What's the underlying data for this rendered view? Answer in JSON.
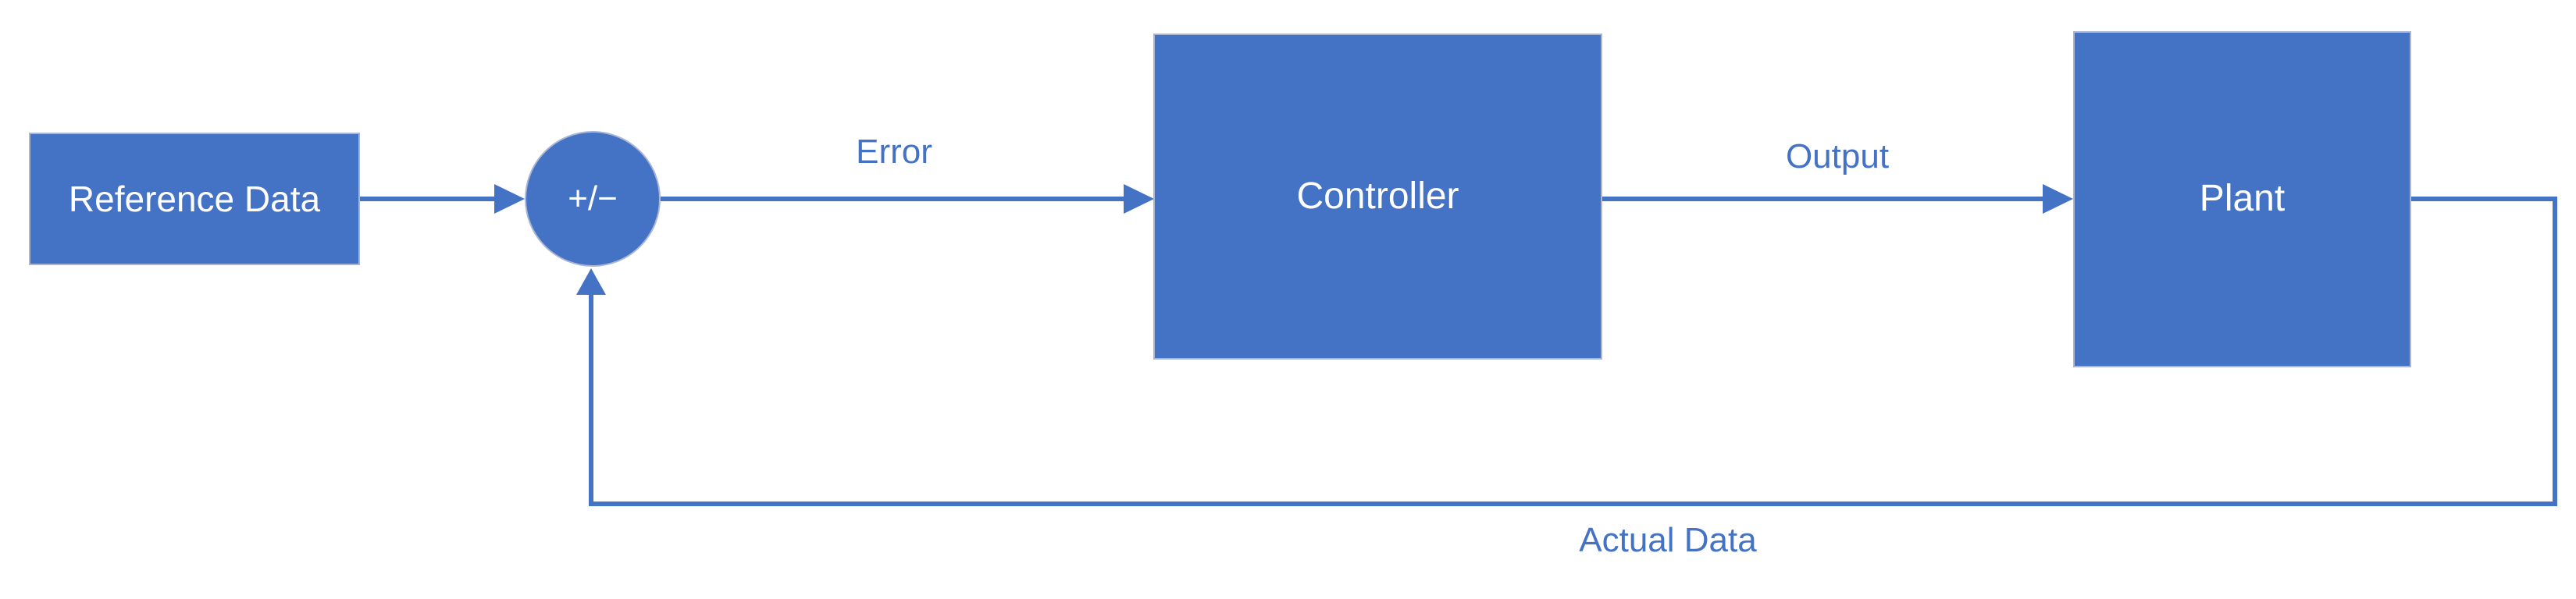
{
  "diagram": {
    "title": "feedback-control-loop",
    "accent_color": "#4472C4",
    "box_text_color": "#ffffff",
    "label_text_color": "#4472C4",
    "nodes": {
      "reference": {
        "label": "Reference Data"
      },
      "sum_junction": {
        "label": "+/−"
      },
      "controller": {
        "label": "Controller"
      },
      "plant": {
        "label": "Plant"
      }
    },
    "edges": {
      "error": {
        "label": "Error"
      },
      "output": {
        "label": "Output"
      },
      "feedback": {
        "label": "Actual Data"
      }
    }
  }
}
